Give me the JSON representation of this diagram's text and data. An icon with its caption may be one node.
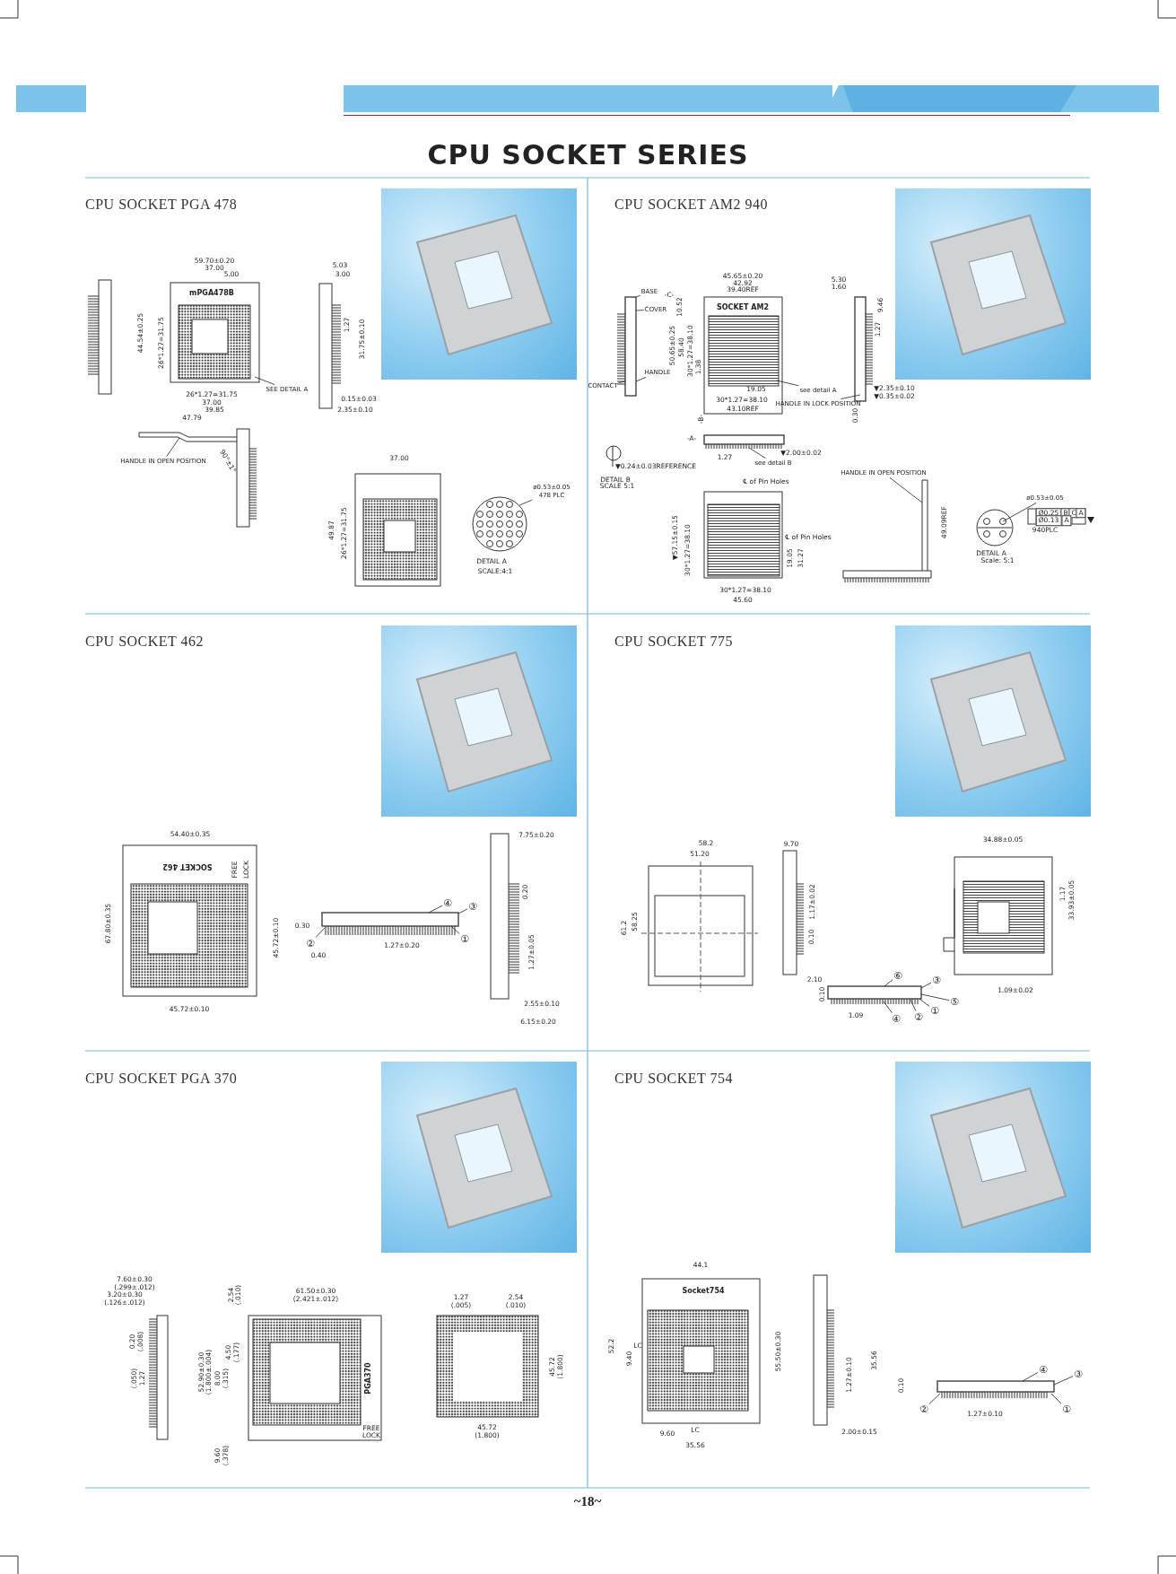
{
  "diagram": {
    "title": "CPU SOCKET SERIES",
    "nodes": [
      {
        "text": [
          "SEE DETAIL A"
        ]
      },
      {
        "text": [
          "HANDLE IN OPEN POSITION"
        ]
      },
      {
        "text": [
          "ø0.53±0.05",
          "478 PLC"
        ]
      },
      {
        "text": [
          "BASE"
        ]
      },
      {
        "text": [
          "COVER"
        ]
      },
      {
        "text": [
          "HANDLE"
        ]
      },
      {
        "text": [
          "CONTACT"
        ]
      },
      {
        "text": [
          "see detail A"
        ]
      },
      {
        "text": [
          "HANDLE IN LOCK POSITION"
        ]
      },
      {
        "text": [
          "see detail B"
        ]
      },
      {
        "text": [
          "HANDLE IN OPEN POSITION"
        ]
      },
      {
        "text": [
          "ø0.53±0.05"
        ]
      },
      {
        "text": [
          "④"
        ]
      },
      {
        "text": [
          "③"
        ]
      },
      {
        "text": [
          "②"
        ]
      },
      {
        "text": [
          "①"
        ]
      },
      {
        "text": [
          "⑥"
        ]
      },
      {
        "text": [
          "③"
        ]
      },
      {
        "text": [
          "⑤"
        ]
      },
      {
        "text": [
          "①"
        ]
      },
      {
        "text": [
          "②"
        ]
      },
      {
        "text": [
          "④"
        ]
      },
      {
        "text": [
          "④"
        ]
      },
      {
        "text": [
          "③"
        ]
      },
      {
        "text": [
          "②"
        ]
      },
      {
        "text": [
          "①"
        ]
      },
      {
        "text": [],
        "shape": "picture"
      },
      {
        "text": [],
        "shape": "picture"
      },
      {
        "text": [],
        "shape": "picture"
      },
      {
        "text": [],
        "shape": "box"
      },
      {
        "text": [],
        "shape": "picture"
      },
      {
        "text": [],
        "shape": "box"
      },
      {
        "text": [],
        "shape": "box"
      },
      {
        "text": [],
        "shape": "picture"
      },
      {
        "text": [],
        "shape": "picture"
      },
      {
        "text": [],
        "shape": "box"
      },
      {
        "text": [],
        "shape": "box"
      },
      {
        "text": [],
        "shape": "box"
      }
    ],
    "edges": [
      {
        "from": 0,
        "to": 26,
        "arrow": "none"
      },
      {
        "from": 1,
        "to": 27,
        "arrow": "none"
      },
      {
        "from": 2,
        "to": 28,
        "arrow": "none"
      },
      {
        "from": 3,
        "to": 29,
        "arrow": "none"
      },
      {
        "from": 4,
        "to": 29,
        "arrow": "none"
      },
      {
        "from": 5,
        "to": 29,
        "arrow": "none"
      },
      {
        "from": 6,
        "to": 29,
        "arrow": "none"
      },
      {
        "from": 7,
        "to": 30,
        "arrow": "none"
      },
      {
        "from": 8,
        "to": 31,
        "arrow": "none"
      },
      {
        "from": 9,
        "to": 32,
        "arrow": "none"
      },
      {
        "from": 10,
        "to": 33,
        "arrow": "none"
      },
      {
        "from": 11,
        "to": 34,
        "arrow": "none"
      },
      {
        "from": 12,
        "to": 35,
        "arrow": "none"
      },
      {
        "from": 13,
        "to": 35,
        "arrow": "none"
      },
      {
        "from": 14,
        "to": 35,
        "arrow": "none"
      },
      {
        "from": 15,
        "to": 35,
        "arrow": "none"
      },
      {
        "from": 16,
        "to": 36,
        "arrow": "none"
      },
      {
        "from": 17,
        "to": 36,
        "arrow": "none"
      },
      {
        "from": 18,
        "to": 36,
        "arrow": "none"
      },
      {
        "from": 19,
        "to": 36,
        "arrow": "none"
      },
      {
        "from": 20,
        "to": 36,
        "arrow": "none"
      },
      {
        "from": 21,
        "to": 36,
        "arrow": "none"
      },
      {
        "from": 22,
        "to": 37,
        "arrow": "none"
      },
      {
        "from": 23,
        "to": 37,
        "arrow": "none"
      },
      {
        "from": 24,
        "to": 37,
        "arrow": "none"
      },
      {
        "from": 25,
        "to": 37,
        "arrow": "none"
      }
    ],
    "labels": [
      "CPU SOCKET PGA 478",
      "59.70±0.20",
      "37.00",
      "5.00",
      "mPGA478B",
      "44.54±0.25",
      "26*1.27=31.75",
      "26*1.27=31.75",
      "37.00",
      "39.85",
      "5.03",
      "3.00",
      "1.27",
      "31.75±0.10",
      "0.15±0.03",
      "2.35±0.10",
      "47.79",
      "90°±1°",
      "37.00",
      "49.87",
      "26*1.27=31.75",
      "DETAIL A",
      "SCALE:4:1",
      "CPU SOCKET AM2 940",
      "45.65±0.20",
      "42.92",
      "39.40REF",
      "-C-",
      "SOCKET AM2",
      "10.52",
      "50.65±0.25",
      "58.40",
      "30*1.27=38.10",
      "1.38",
      "19.05",
      "30*1.27=38.10",
      "43.10REF",
      "-B-",
      "5.30",
      "1.60",
      "9.46",
      "1.27",
      "▼2.35±0.10",
      "▼0.35±0.02",
      "0.30",
      "-A-",
      "1.27",
      "▼2.00±0.02",
      "▼0.24±0.03REFERENCE",
      "DETAIL B",
      "SCALE 5:1",
      "℄ of Pin Holes",
      "▼57.15±0.15",
      "30*1.27=38.10",
      "℄ of Pin Holes",
      "19.05",
      "31.27",
      "30*1.27=38.10",
      "45.60",
      "49.09REF",
      "Ø0.25",
      "B",
      "C",
      "A",
      "Ø0.13",
      "A",
      "940PLC",
      "DETAIL A",
      "Scale: 5:1",
      "CPU SOCKET 462",
      "54.40±0.35",
      "SOCKET 462",
      "FREE",
      "LOCK",
      "67.80±0.35",
      "45.72±0.10",
      "45.72±0.10",
      "0.30",
      "1.27±0.20",
      "0.40",
      "7.75±0.20",
      "0.20",
      "1.27±0.05",
      "2.55±0.10",
      "6.15±0.20",
      "CPU SOCKET 775",
      "58.2",
      "51.20",
      "61.2",
      "58.25",
      "9.70",
      "1.17±0.02",
      "0.10",
      "2.10",
      "34.88±0.05",
      "1.17",
      "33.93±0.05",
      "1.09±0.02",
      "0.10",
      "1.09",
      "CPU SOCKET PGA 370",
      "7.60±0.30",
      "(.299±.012)",
      "3.20±0.30",
      "(.126±.012)",
      "0.20",
      "(.008)",
      "(.050)",
      "1.27",
      "2.54",
      "(.010)",
      "61.50±0.30",
      "(2.421±.012)",
      "52.90±0.30",
      "(1.800±.004)",
      "4.50",
      "(.177)",
      "8.00",
      "(.315)",
      "9.60",
      "(.378)",
      "PGA370",
      "FREE",
      "LOCK",
      "1.27",
      "(.005)",
      "2.54",
      "(.010)",
      "45.72",
      "(1.800)",
      "45.72",
      "(1.800)",
      "CPU SOCKET 754",
      "44.1",
      "Socket754",
      "52.2",
      "9.40",
      "LC",
      "LC",
      "55.50±0.30",
      "9.60",
      "35.56",
      "1.27±0.10",
      "35.56",
      "2.00±0.15",
      "0.10",
      "1.27±0.10",
      "~18~"
    ]
  }
}
